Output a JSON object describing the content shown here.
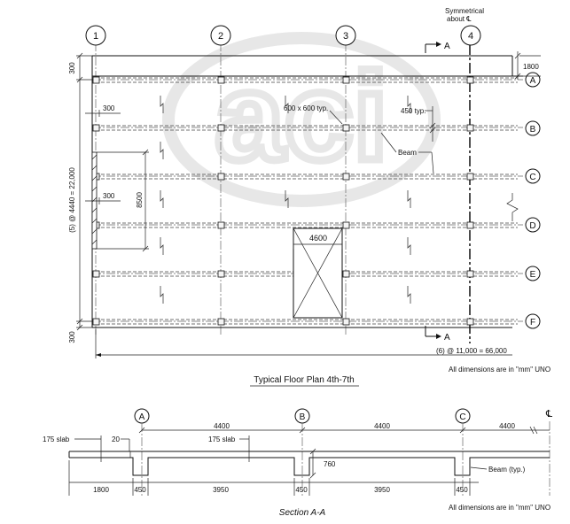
{
  "plan": {
    "grid_columns": [
      "1",
      "2",
      "3",
      "4"
    ],
    "grid_rows": [
      "A",
      "B",
      "C",
      "D",
      "E",
      "F"
    ],
    "watermark": "aci",
    "sym_line1": "Symmetrical",
    "sym_line2": "about ℄",
    "section_marker": "A",
    "dim_top_edge": "300",
    "dim_bottom_edge": "300",
    "dim_right_edge": "1800",
    "dim_offset_1": "300",
    "dim_offset_2": "300",
    "vertical_overall": "(5) @ 4440 = 22,000",
    "wall_length": "8500",
    "column_note": "600 x 600 typ.",
    "beam_width_note": "450 typ.",
    "beam_label": "Beam",
    "opening_width": "4600",
    "horizontal_overall": "(6) @ 11,000 = 66,000",
    "units_note": "All dimensions are in \"mm\" UNO",
    "caption": "Typical Floor Plan 4th-7th"
  },
  "section": {
    "bubbles": [
      "A",
      "B",
      "C"
    ],
    "centerline_symbol": "℄",
    "span_dims": [
      "4400",
      "4400",
      "4400"
    ],
    "slab_label_left": "175 slab",
    "offset_label": "20",
    "slab_label_mid": "175 slab",
    "beam_depth": "760",
    "beam_label": "Beam (typ.)",
    "bottom_dims": [
      "1800",
      "450",
      "3950",
      "450",
      "3950",
      "450"
    ],
    "units_note": "All dimensions are in \"mm\" UNO",
    "caption": "Section A-A"
  }
}
